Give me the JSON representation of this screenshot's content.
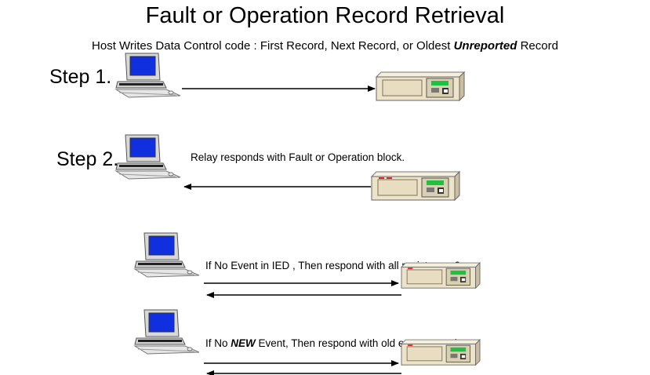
{
  "title": "Fault or Operation Record Retrieval",
  "subtitle": {
    "prefix": "Host Writes Data Control code : First Record, Next Record, or Oldest ",
    "emphasis": "Unreported",
    "suffix": " Record"
  },
  "steps": [
    {
      "label": "Step 1."
    },
    {
      "label": "Step 2.",
      "note": "Relay responds with Fault or Operation block."
    }
  ],
  "cases": [
    {
      "prefix": "If No Event in IED , Then respond with all registers = 0",
      "emphasis": "",
      "suffix": ""
    },
    {
      "prefix": "If No ",
      "emphasis": "NEW",
      "suffix": " Event, Then respond with old event record."
    }
  ],
  "icons": {
    "host": "computer-icon",
    "relay": "relay-device-icon"
  },
  "colors": {
    "screen": "#1030e0",
    "relay_body": "#ede3c8",
    "relay_display": "#20c040",
    "relay_led": "#e02020"
  }
}
